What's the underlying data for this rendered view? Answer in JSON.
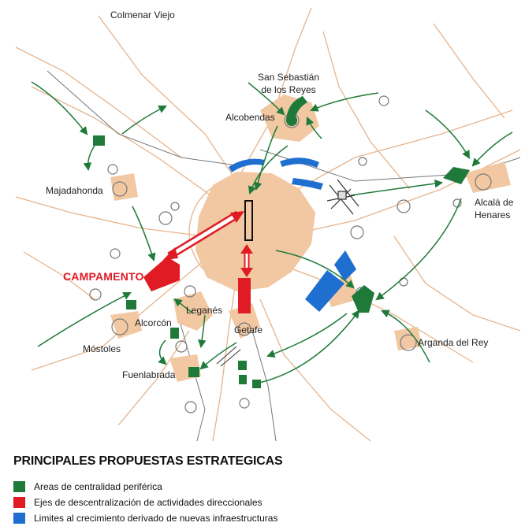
{
  "places": {
    "colmenar_viejo": "Colmenar Viejo",
    "san_sebastian_1": "San Sebastián",
    "san_sebastian_2": "de los Reyes",
    "alcobendas": "Alcobendas",
    "majadahonda": "Majadahonda",
    "alcala_1": "Alcalá de",
    "alcala_2": "Henares",
    "campamento": "CAMPAMENTO",
    "leganes": "Leganés",
    "alcorcon": "Alcorcón",
    "getafe": "Getafe",
    "mostoles": "Móstoles",
    "fuenlabrada": "Fuenlabrada",
    "arganda": "Arganda del Rey"
  },
  "legend": {
    "title": "PRINCIPALES PROPUESTAS ESTRATEGICAS",
    "items": [
      {
        "label": "Areas de centralidad periférica",
        "color": "#1f7a3a"
      },
      {
        "label": "Ejes de descentralización de actividades direccionales",
        "color": "#e01b24"
      },
      {
        "label": "Limites al crecimiento derivado de nuevas infraestructuras",
        "color": "#1e6fd0"
      }
    ]
  },
  "colors": {
    "urban": "#f1c8a2",
    "road": "#e6b48c",
    "green": "#1f7a3a",
    "red": "#e01b24",
    "blue": "#1e6fd0"
  }
}
